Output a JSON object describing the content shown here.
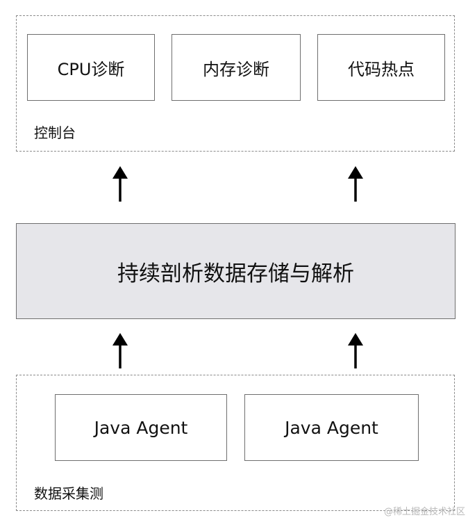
{
  "console": {
    "label": "控制台",
    "modules": [
      "CPU诊断",
      "内存诊断",
      "代码热点"
    ]
  },
  "storage": {
    "label": "持续剖析数据存储与解析"
  },
  "collection": {
    "label": "数据采集测",
    "agents": [
      "Java Agent",
      "Java Agent"
    ]
  },
  "watermark": "@稀土掘金技术社区",
  "colors": {
    "border": "#6e6e6e",
    "dashed_border": "#8a8a8a",
    "storage_fill": "#e6e6ea",
    "arrow": "#000000"
  }
}
